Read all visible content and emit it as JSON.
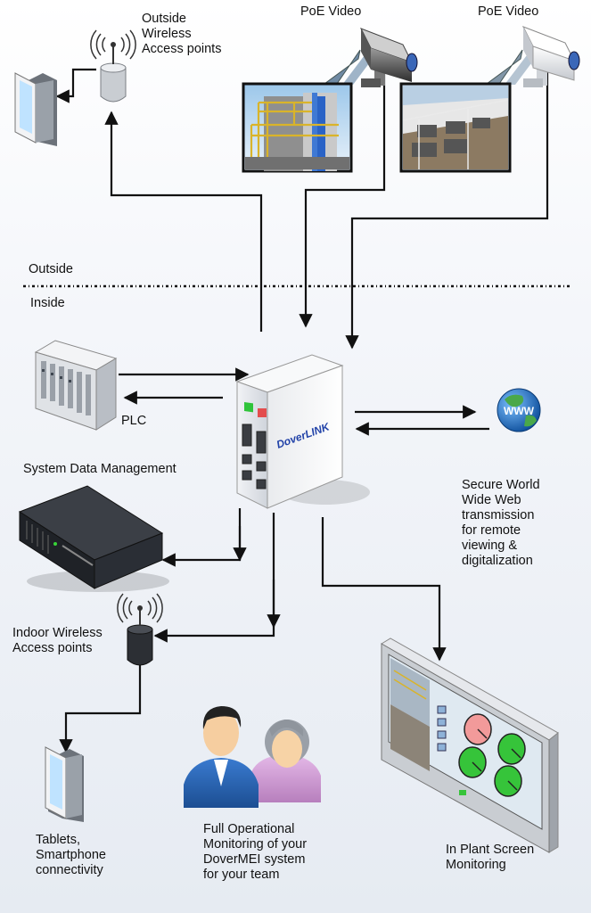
{
  "labels": {
    "outside_wap": "Outside\nWireless\nAccess points",
    "poe_video_1": "PoE Video",
    "poe_video_2": "PoE Video",
    "outside": "Outside",
    "inside": "Inside",
    "plc": "PLC",
    "system_data": "System Data Management",
    "secure_web": "Secure World\nWide Web\ntransmission\nfor remote\nviewing &\ndigitalization",
    "indoor_wap": "Indoor Wireless\nAccess points",
    "tablets": "Tablets,\nSmartphone\nconnectivity",
    "full_ops": "Full Operational\nMonitoring of your\nDoverMEI system\nfor your team",
    "in_plant": "In Plant Screen\nMonitoring"
  },
  "server_brand": "DoverLINK",
  "globe_text": "WWW",
  "colors": {
    "globe": "#1a74c4",
    "server_body": "#e4e7ec",
    "line": "#111111",
    "brand": "#2142a8",
    "gauge_green": "#36c43a",
    "gauge_red": "#f29a9a"
  }
}
